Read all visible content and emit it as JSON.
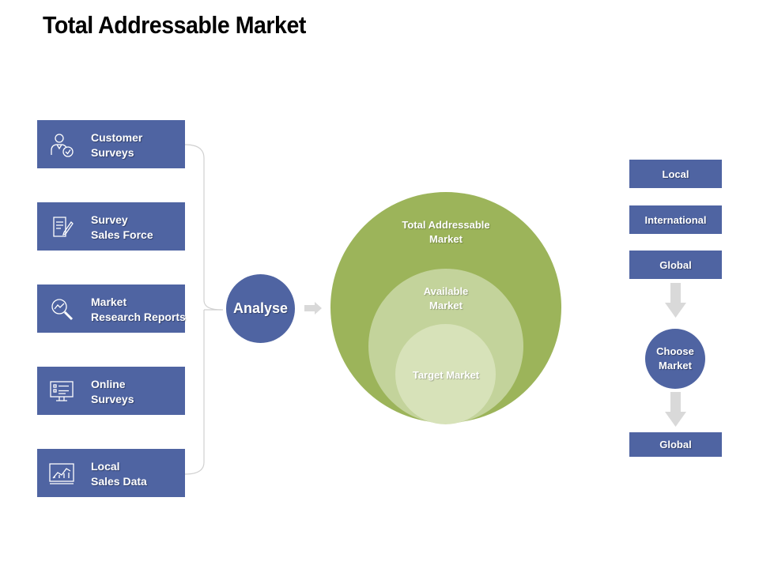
{
  "title": "Total Addressable Market",
  "sources": [
    {
      "line1": "Customer",
      "line2": "Surveys",
      "icon": "customer-icon"
    },
    {
      "line1": "Survey",
      "line2": "Sales Force",
      "icon": "document-edit-icon"
    },
    {
      "line1": "Market",
      "line2": "Research Reports",
      "icon": "magnifier-chart-icon"
    },
    {
      "line1": "Online",
      "line2": "Surveys",
      "icon": "monitor-checklist-icon"
    },
    {
      "line1": "Local",
      "line2": "Sales Data",
      "icon": "line-chart-icon"
    }
  ],
  "analyse_label": "Analyse",
  "market_circles": {
    "total": {
      "line1": "Total Addressable",
      "line2": "Market"
    },
    "available": {
      "line1": "Available",
      "line2": "Market"
    },
    "target": {
      "line1": "Target Market"
    }
  },
  "options": [
    "Local",
    "International",
    "Global"
  ],
  "choose": {
    "line1": "Choose",
    "line2": "Market"
  },
  "result": "Global",
  "colors": {
    "box": "#4f64a2",
    "outer": "#9cb45a",
    "middle": "#c3d39b",
    "inner": "#d7e2b9",
    "arrow": "#d9d9d9"
  }
}
